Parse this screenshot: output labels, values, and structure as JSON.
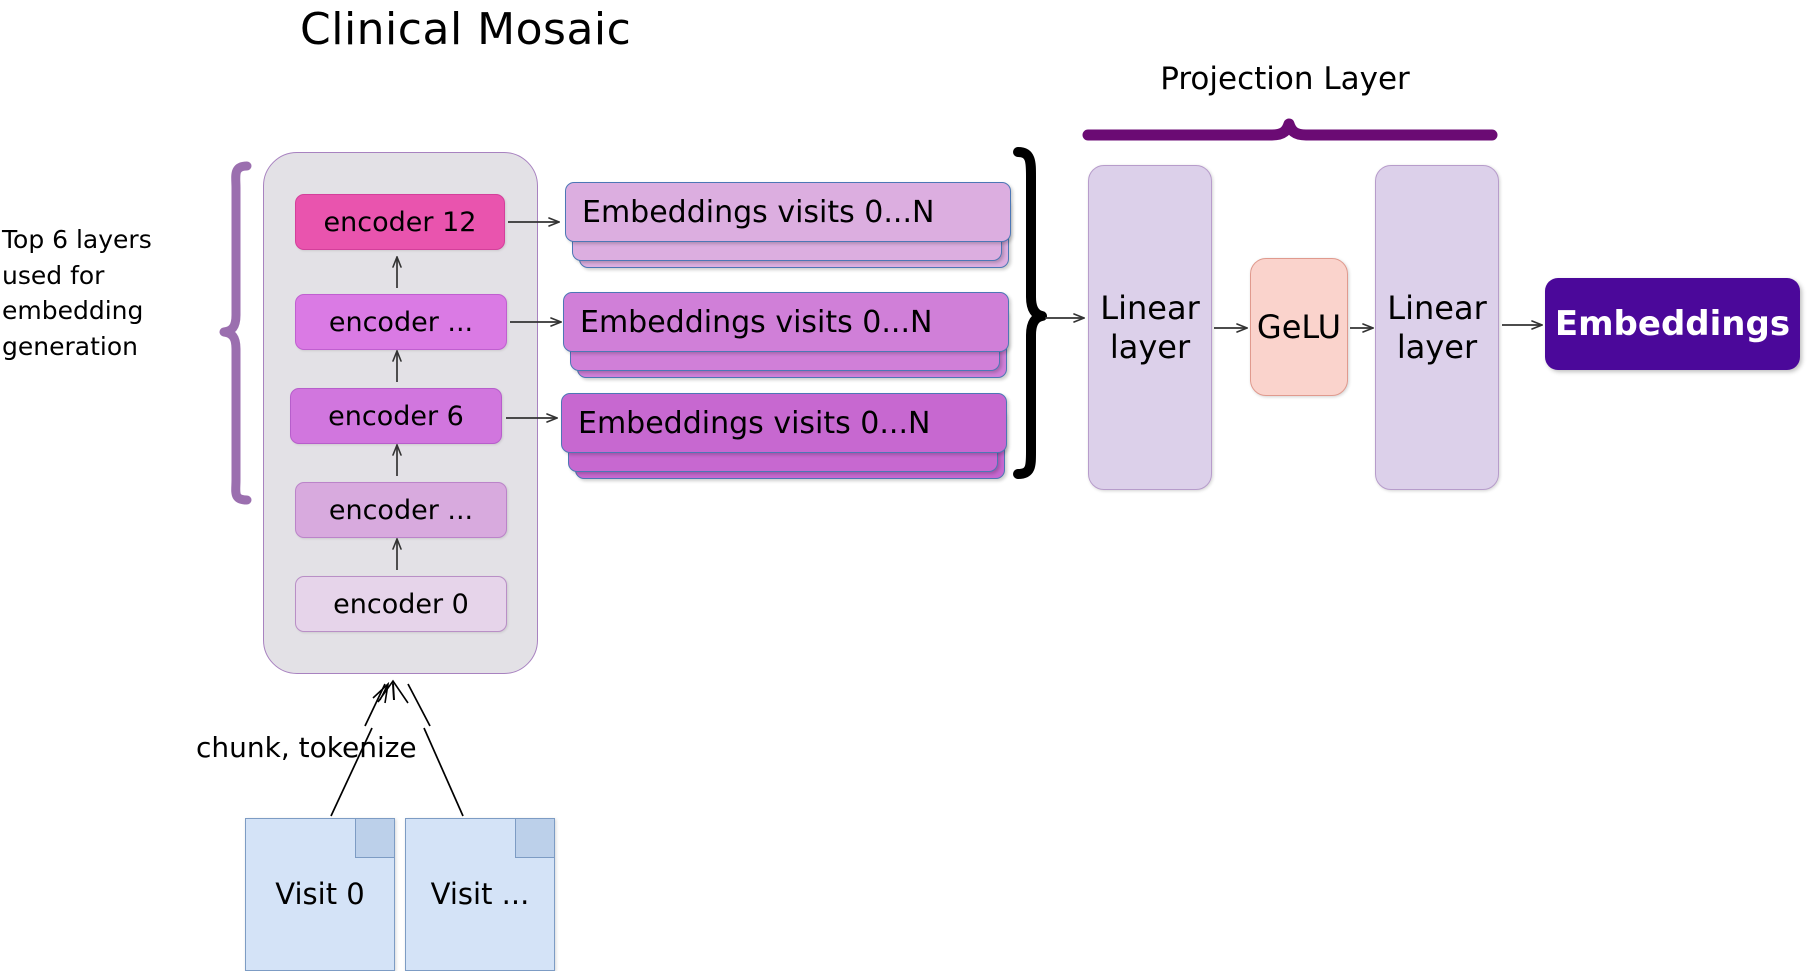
{
  "diagram": {
    "title": "Clinical Mosaic",
    "annotations": {
      "top_layers_note": "Top 6 layers\nused for\nembedding\ngeneration",
      "chunk_tokenize": "chunk, tokenize",
      "projection_layer": "Projection Layer"
    },
    "encoder_stack": {
      "name": "Clinical Mosaic",
      "layers": [
        {
          "label": "encoder 12",
          "color": "#e954ae"
        },
        {
          "label": "encoder ...",
          "color": "#da7ae4"
        },
        {
          "label": "encoder 6",
          "color": "#d176de"
        },
        {
          "label": "encoder ...",
          "color": "#d8aade"
        },
        {
          "label": "encoder 0",
          "color": "#e6d4ea"
        }
      ]
    },
    "embedding_stacks": [
      {
        "label": "Embeddings visits 0...N",
        "color": "#dcaee0",
        "source": "encoder 12"
      },
      {
        "label": "Embeddings visits 0...N",
        "color": "#d07fd8",
        "source": "encoder ..."
      },
      {
        "label": "Embeddings visits 0...N",
        "color": "#c768d0",
        "source": "encoder 6"
      }
    ],
    "projection": {
      "brace_color": "#6b0b74",
      "blocks": [
        {
          "label": "Linear\nlayer",
          "color": "#dcd0ea"
        },
        {
          "label": "GeLU",
          "color": "#fad3cc"
        },
        {
          "label": "Linear\nlayer",
          "color": "#dcd0ea"
        }
      ]
    },
    "output": {
      "label": "Embeddings",
      "color": "#4b089a",
      "text_color": "#ffffff"
    },
    "documents": [
      {
        "label": "Visit 0",
        "color": "#d4e3f7"
      },
      {
        "label": "Visit ...",
        "color": "#d4e3f7"
      }
    ],
    "colors": {
      "container_fill": "#e3e1e6",
      "container_border": "#a882c0",
      "left_brace": "#9b6faf",
      "group_brace": "#000000",
      "card_border": "#4d77b5",
      "arrow": "#333333"
    }
  }
}
